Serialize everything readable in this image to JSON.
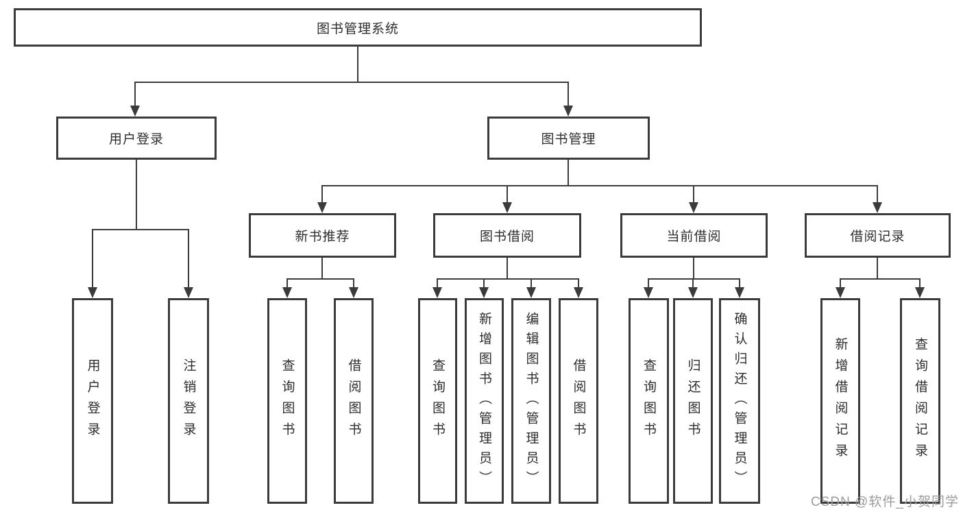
{
  "colors": {
    "line": "#3b3b3b",
    "text": "#2d2d2d",
    "background": "#ffffff",
    "watermark": "#9b9b9b"
  },
  "watermark": "CSDN @软件_小贺同学",
  "tree": {
    "label": "图书管理系统",
    "children": [
      {
        "label": "用户登录",
        "children": [
          {
            "label": "用户登录"
          },
          {
            "label": "注销登录"
          }
        ]
      },
      {
        "label": "图书管理",
        "children": [
          {
            "label": "新书推荐",
            "children": [
              {
                "label": "查询图书"
              },
              {
                "label": "借阅图书"
              }
            ]
          },
          {
            "label": "图书借阅",
            "children": [
              {
                "label": "查询图书"
              },
              {
                "label": "新增图书（管理员）"
              },
              {
                "label": "编辑图书（管理员）"
              },
              {
                "label": "借阅图书"
              }
            ]
          },
          {
            "label": "当前借阅",
            "children": [
              {
                "label": "查询图书"
              },
              {
                "label": "归还图书"
              },
              {
                "label": "确认归还（管理员）"
              }
            ]
          },
          {
            "label": "借阅记录",
            "children": [
              {
                "label": "新增借阅记录"
              },
              {
                "label": "查询借阅记录"
              }
            ]
          }
        ]
      }
    ]
  }
}
